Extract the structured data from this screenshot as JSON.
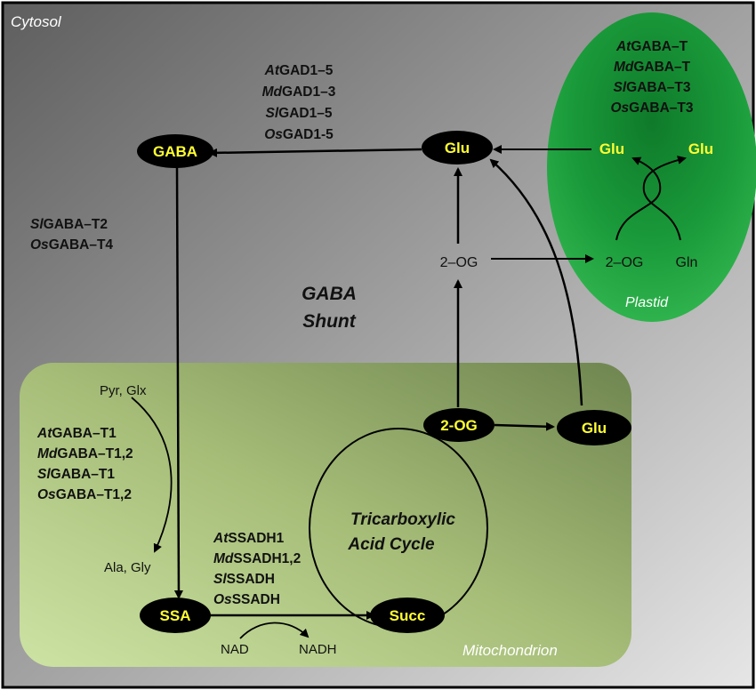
{
  "compartments": {
    "cytosol": "Cytosol",
    "plastid": "Plastid",
    "mitochondrion": "Mitochondrion"
  },
  "title": {
    "line1": "GABA",
    "line2": "Shunt"
  },
  "cycle_label": {
    "line1": "Tricarboxylic",
    "line2": "Acid Cycle"
  },
  "nodes": {
    "gaba": "GABA",
    "glu_cytosol": "Glu",
    "ssa": "SSA",
    "succ": "Succ",
    "og_mito": "2-OG",
    "glu_mito": "Glu",
    "glu_plastid_1": "Glu",
    "glu_plastid_2": "Glu"
  },
  "metabolites": {
    "og_cytosol": "2–OG",
    "og_plastid": "2–OG",
    "gln": "Gln",
    "pyr_glx": "Pyr, Glx",
    "ala_gly": "Ala, Gly",
    "nad": "NAD",
    "nadh": "NADH"
  },
  "enzymes": {
    "gad": [
      {
        "prefix": "At",
        "name": "GAD1–5"
      },
      {
        "prefix": "Md",
        "name": "GAD1–3"
      },
      {
        "prefix": "Sl",
        "name": "GAD1–5"
      },
      {
        "prefix": "Os",
        "name": "GAD1-5"
      }
    ],
    "gaba_t_cytosol": [
      {
        "prefix": "Sl",
        "name": "GABA–T2"
      },
      {
        "prefix": "Os",
        "name": "GABA–T4"
      }
    ],
    "gaba_t_plastid": [
      {
        "prefix": "At",
        "name": "GABA–T"
      },
      {
        "prefix": "Md",
        "name": "GABA–T"
      },
      {
        "prefix": "Sl",
        "name": "GABA–T3"
      },
      {
        "prefix": "Os",
        "name": "GABA–T3"
      }
    ],
    "gaba_t_mito": [
      {
        "prefix": "At",
        "name": "GABA–T1"
      },
      {
        "prefix": "Md",
        "name": "GABA–T1,2"
      },
      {
        "prefix": "Sl",
        "name": "GABA–T1"
      },
      {
        "prefix": "Os",
        "name": "GABA–T1,2"
      }
    ],
    "ssadh": [
      {
        "prefix": "At",
        "name": "SSADH1"
      },
      {
        "prefix": "Md",
        "name": "SSADH1,2"
      },
      {
        "prefix": "Sl",
        "name": "SSADH"
      },
      {
        "prefix": "Os",
        "name": "SSADH"
      }
    ]
  },
  "colors": {
    "node_fill": "#000000",
    "node_text": "#ffff33",
    "plastid_green": "#1fa040",
    "mito_green": "#a9c07a"
  }
}
